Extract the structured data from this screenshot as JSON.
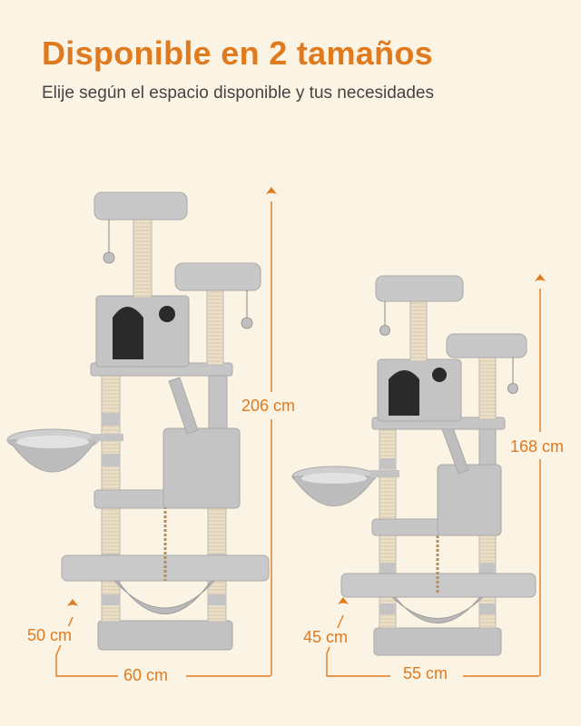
{
  "header": {
    "title": "Disponible en 2 tamaños",
    "subtitle": "Elije según el espacio disponible y tus necesidades"
  },
  "large_tree": {
    "height_label": "206 cm",
    "depth_label": "50 cm",
    "width_label": "60 cm"
  },
  "small_tree": {
    "height_label": "168 cm",
    "depth_label": "45 cm",
    "width_label": "55 cm"
  },
  "colors": {
    "accent": "#e07a1f",
    "background": "#fbf3e4",
    "plush": "#c4c4c4",
    "plush_dark": "#a9a9a9",
    "sisal": "#e9dcc3",
    "hole": "#2a2a2a"
  }
}
